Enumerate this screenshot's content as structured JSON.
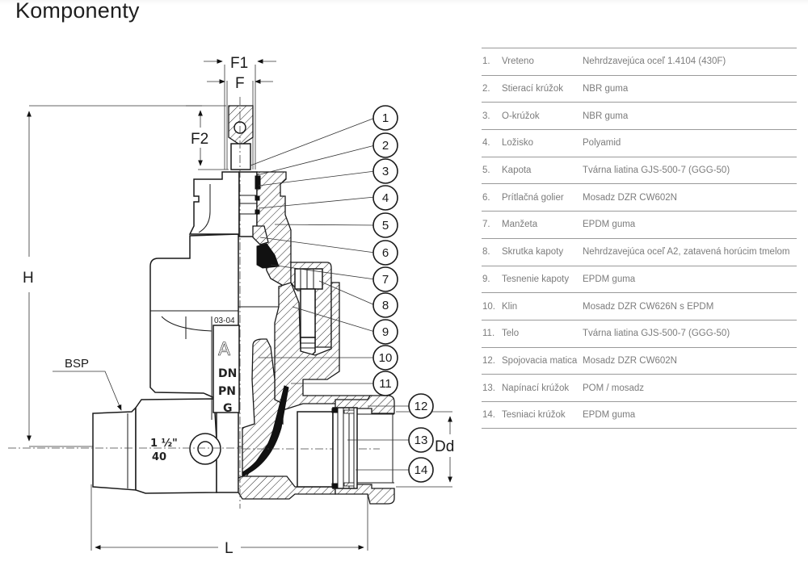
{
  "page": {
    "title": "Komponenty"
  },
  "diagram": {
    "dimensions": {
      "F1": "F1",
      "F": "F",
      "F2": "F2",
      "H": "H",
      "L": "L",
      "Dd": "Dd",
      "BSP": "BSP"
    },
    "body_markings": {
      "date_code": "03-04",
      "logo": "A",
      "dn": "DN",
      "pn": "PN",
      "g": "G",
      "size_inch": "1 ½\"",
      "size_dn": "40"
    },
    "callouts": [
      "1",
      "2",
      "3",
      "4",
      "5",
      "6",
      "7",
      "8",
      "9",
      "10",
      "11",
      "12",
      "13",
      "14"
    ]
  },
  "components": [
    {
      "num": "1.",
      "name": "Vreteno",
      "material": "Nehrdzavejúca oceľ 1.4104 (430F)"
    },
    {
      "num": "2.",
      "name": "Stierací krúžok",
      "material": "NBR guma"
    },
    {
      "num": "3.",
      "name": "O-krúžok",
      "material": "NBR guma"
    },
    {
      "num": "4.",
      "name": "Ložisko",
      "material": "Polyamid"
    },
    {
      "num": "5.",
      "name": "Kapota",
      "material": "Tvárna liatina GJS-500-7 (GGG-50)"
    },
    {
      "num": "6.",
      "name": "Prítlačná golier",
      "material": "Mosadz DZR CW602N"
    },
    {
      "num": "7.",
      "name": "Manžeta",
      "material": "EPDM guma"
    },
    {
      "num": "8.",
      "name": "Skrutka kapoty",
      "material": "Nehrdzavejúca oceľ A2, zatavená horúcim tmelom"
    },
    {
      "num": "9.",
      "name": "Tesnenie kapoty",
      "material": "EPDM guma"
    },
    {
      "num": "10.",
      "name": "Klin",
      "material": "Mosadz DZR CW626N s EPDM"
    },
    {
      "num": "11.",
      "name": "Telo",
      "material": "Tvárna liatina GJS-500-7 (GGG-50)"
    },
    {
      "num": "12.",
      "name": "Spojovacia matica",
      "material": "Mosadz DZR CW602N"
    },
    {
      "num": "13.",
      "name": "Napínací krúžok",
      "material": "POM / mosadz"
    },
    {
      "num": "14.",
      "name": "Tesniaci krúžok",
      "material": "EPDM guma"
    }
  ]
}
